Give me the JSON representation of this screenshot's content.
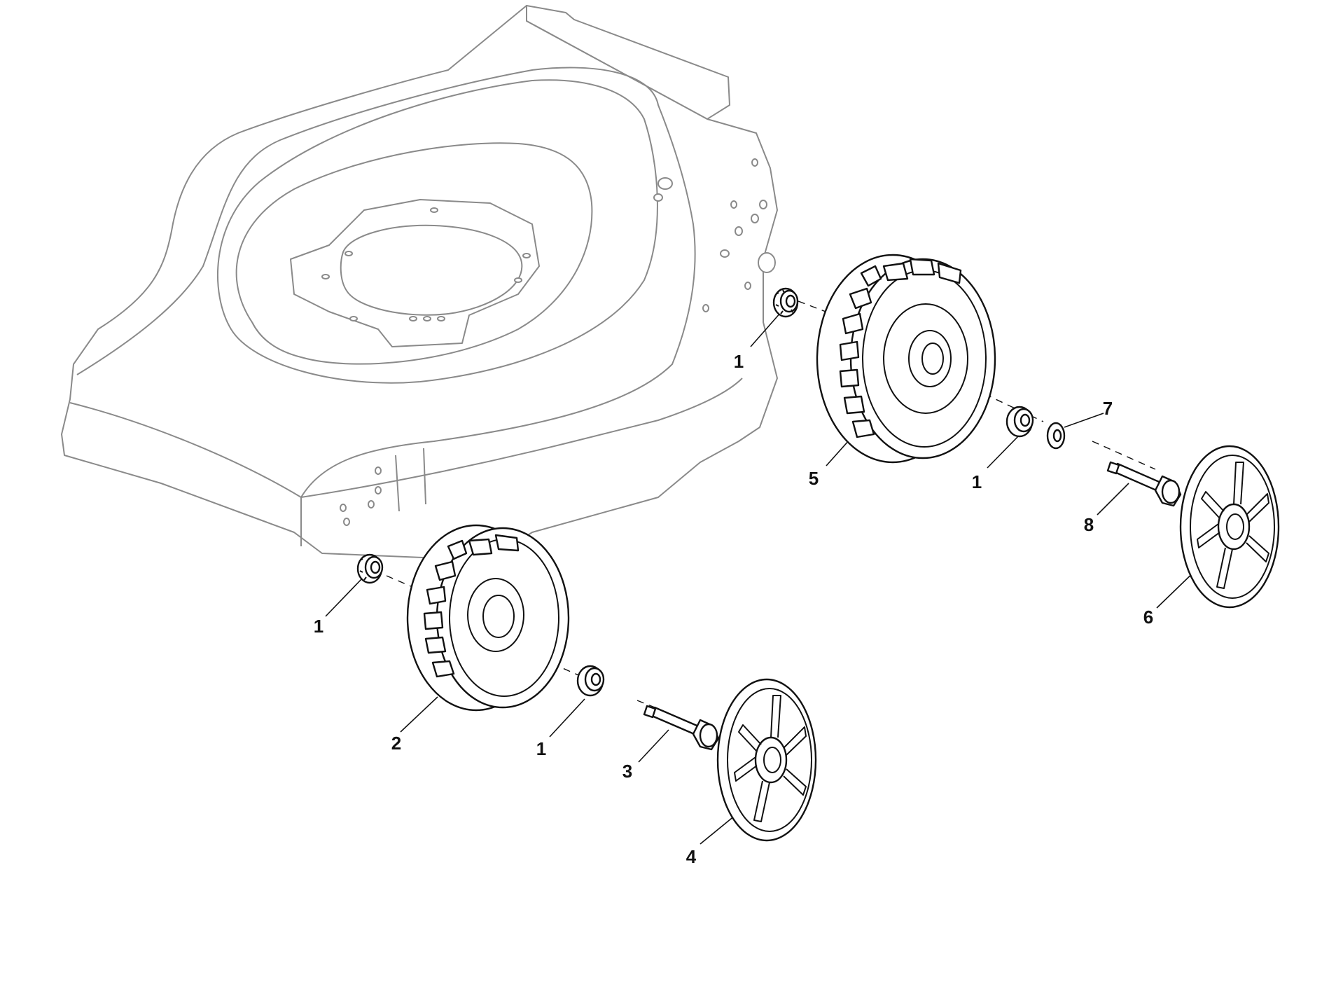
{
  "diagram": {
    "colors": {
      "deck_stroke": "#8a8a8a",
      "part_stroke": "#111111",
      "background": "#ffffff"
    },
    "callouts": [
      {
        "id": "c-1a",
        "label": "1"
      },
      {
        "id": "c-1b",
        "label": "1"
      },
      {
        "id": "c-1c",
        "label": "1"
      },
      {
        "id": "c-1d",
        "label": "1"
      },
      {
        "id": "c-2",
        "label": "2"
      },
      {
        "id": "c-3",
        "label": "3"
      },
      {
        "id": "c-4",
        "label": "4"
      },
      {
        "id": "c-5",
        "label": "5"
      },
      {
        "id": "c-6",
        "label": "6"
      },
      {
        "id": "c-7",
        "label": "7"
      },
      {
        "id": "c-8",
        "label": "8"
      }
    ]
  }
}
